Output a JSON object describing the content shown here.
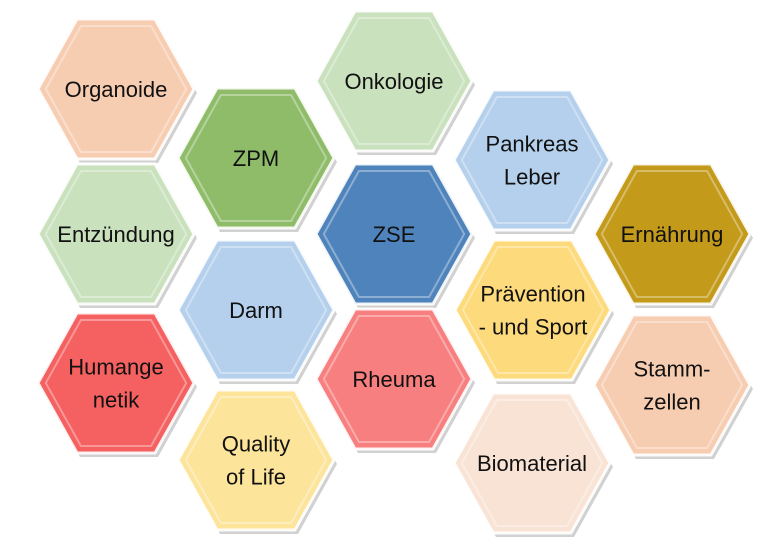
{
  "hexagons": [
    {
      "id": "organoide",
      "lines": [
        "Organoide"
      ],
      "color": "#f7cdb2"
    },
    {
      "id": "onkologie",
      "lines": [
        "Onkologie"
      ],
      "color": "#c9e1bd"
    },
    {
      "id": "zpm",
      "lines": [
        "ZPM"
      ],
      "color": "#8fbc69"
    },
    {
      "id": "pankreas-leber",
      "lines": [
        "Pankreas",
        "Leber"
      ],
      "color": "#b5d0ec"
    },
    {
      "id": "entzuendung",
      "lines": [
        "Entzündung"
      ],
      "color": "#c9e1bd"
    },
    {
      "id": "zse",
      "lines": [
        "ZSE"
      ],
      "color": "#4f83bc"
    },
    {
      "id": "ernaehrung",
      "lines": [
        "Ernährung"
      ],
      "color": "#c39a1a"
    },
    {
      "id": "darm",
      "lines": [
        "Darm"
      ],
      "color": "#b5d0ec"
    },
    {
      "id": "praevention-sport",
      "lines": [
        "Prävention",
        "- und Sport"
      ],
      "color": "#fdda7b"
    },
    {
      "id": "humangenetik",
      "lines": [
        "Humange",
        "netik"
      ],
      "color": "#f56060"
    },
    {
      "id": "rheuma",
      "lines": [
        "Rheuma"
      ],
      "color": "#f77f7f"
    },
    {
      "id": "stammzellen",
      "lines": [
        "Stamm-",
        "zellen"
      ],
      "color": "#f7cdb2"
    },
    {
      "id": "quality-of-life",
      "lines": [
        "Quality",
        "of Life"
      ],
      "color": "#fde49b"
    },
    {
      "id": "biomaterial",
      "lines": [
        "Biomaterial"
      ],
      "color": "#f9e3d5"
    }
  ]
}
